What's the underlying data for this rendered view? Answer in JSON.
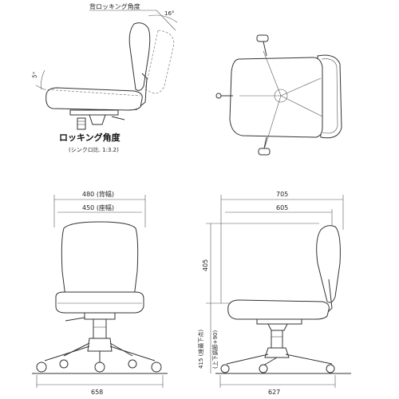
{
  "labels": {
    "back_rocking_angle": "背ロッキング角度",
    "back_angle_deg": "16°",
    "seat_angle_deg": "5°",
    "rocking_angle_title": "ロッキング角度",
    "sync_ratio": "(シンクロ比. 1:3.2)"
  },
  "dimensions": {
    "front_back_width": "480 (背幅)",
    "front_seat_width": "450 (座幅)",
    "front_base_width": "658",
    "side_total_depth": "705",
    "side_seat_depth": "605",
    "side_back_height": "405",
    "side_seat_height": "415 (座最下点)",
    "side_seat_adjust": "(上下調節+90)",
    "side_base_depth": "627"
  }
}
